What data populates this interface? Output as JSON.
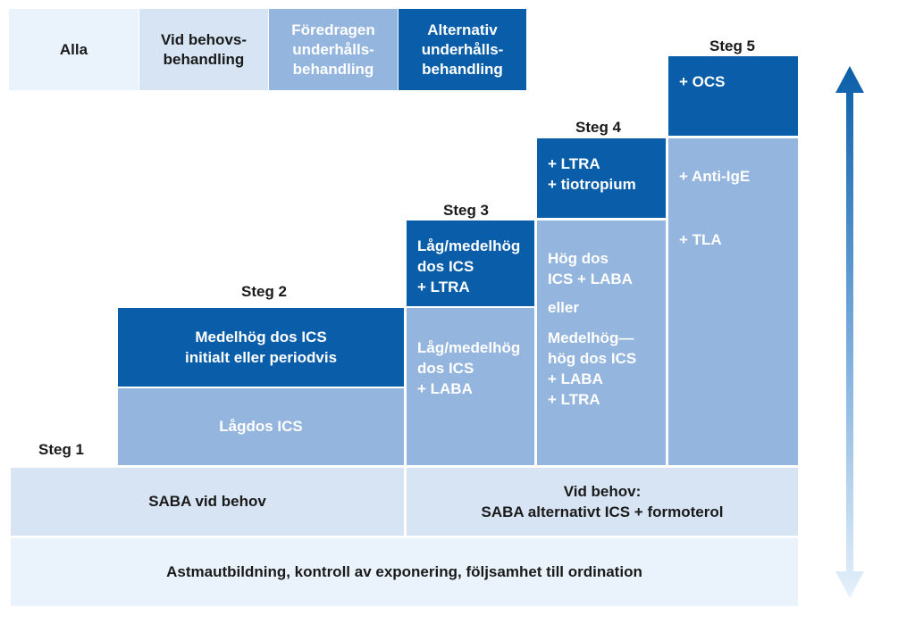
{
  "legend": {
    "all": "Alla",
    "as_needed": "Vid behovs-\nbehandling",
    "preferred": "Föredragen\nunderhålls-\nbehandling",
    "alternative": "Alternativ\nunderhålls-\nbehandling"
  },
  "steps": {
    "s1": "Steg 1",
    "s2": "Steg 2",
    "s3": "Steg 3",
    "s4": "Steg 4",
    "s5": "Steg 5"
  },
  "step2": {
    "alternative": "Medelhög dos ICS\ninitialt eller periodvis",
    "preferred": "Lågdos ICS"
  },
  "step3": {
    "alternative": "Låg/medelhög\ndos ICS\n+ LTRA",
    "preferred": "Låg/medelhög\ndos  ICS\n+ LABA"
  },
  "step4": {
    "alternative": "+ LTRA\n+ tiotropium",
    "pref_a": "Hög dos\nICS + LABA",
    "pref_or": "eller",
    "pref_b": "Medelhög—\nhög dos ICS\n+ LABA\n+ LTRA"
  },
  "step5": {
    "alternative": "+ OCS",
    "pref_a": "+ Anti-IgE",
    "pref_b": "+ TLA"
  },
  "reliever": {
    "left": "SABA vid behov",
    "right": "Vid behov:\nSABA alternativt ICS + formoterol"
  },
  "base": "Astmautbildning, kontroll av exponering, följsamhet till ordination",
  "colors": {
    "all": "#eaf3fb",
    "as_needed": "#d6e4f3",
    "preferred": "#94b5dd",
    "alternative": "#0a5ea9"
  },
  "arrow": "up-down-arrow-icon"
}
